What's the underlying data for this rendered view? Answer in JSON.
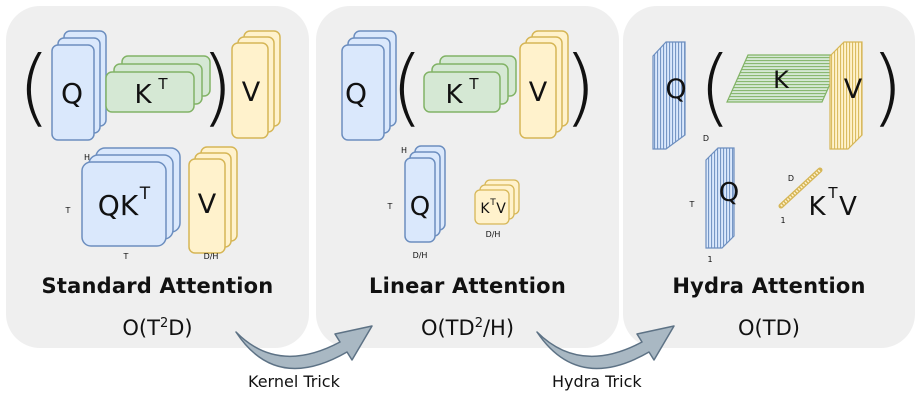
{
  "panels": [
    {
      "title": "Standard Attention",
      "complexity": {
        "prefix": "O(T",
        "sup": "2",
        "suffix": "D)"
      }
    },
    {
      "title": "Linear Attention",
      "complexity": {
        "prefix": "O(TD",
        "sup": "2",
        "suffix": "/H)"
      }
    },
    {
      "title": "Hydra Attention",
      "complexity": {
        "prefix": "O(TD)",
        "sup": "",
        "suffix": ""
      }
    }
  ],
  "tricks": {
    "kernel": "Kernel Trick",
    "hydra": "Hydra Trick"
  },
  "labels": {
    "q": "Q",
    "k": "K",
    "kt_base": "K",
    "kt_sup": "T",
    "v": "V",
    "qkt_base": "QK",
    "qkt_sup": "T",
    "ktv_base": "K",
    "ktv_sup": "T",
    "ktv_tail": "V",
    "dim_h": "H",
    "dim_t": "T",
    "dim_d": "D",
    "dim_dh": "D/H",
    "dim_1": "1"
  },
  "colors": {
    "panel_bg": "#efefef",
    "q_fill": "#dae8fc",
    "q_stroke": "#6c8ebf",
    "k_fill": "#d5e8d4",
    "k_stroke": "#82b366",
    "v_fill": "#fff2cc",
    "v_stroke": "#d6b656",
    "arrow_fill": "#a9b8c3",
    "arrow_stroke": "#5d7285"
  }
}
